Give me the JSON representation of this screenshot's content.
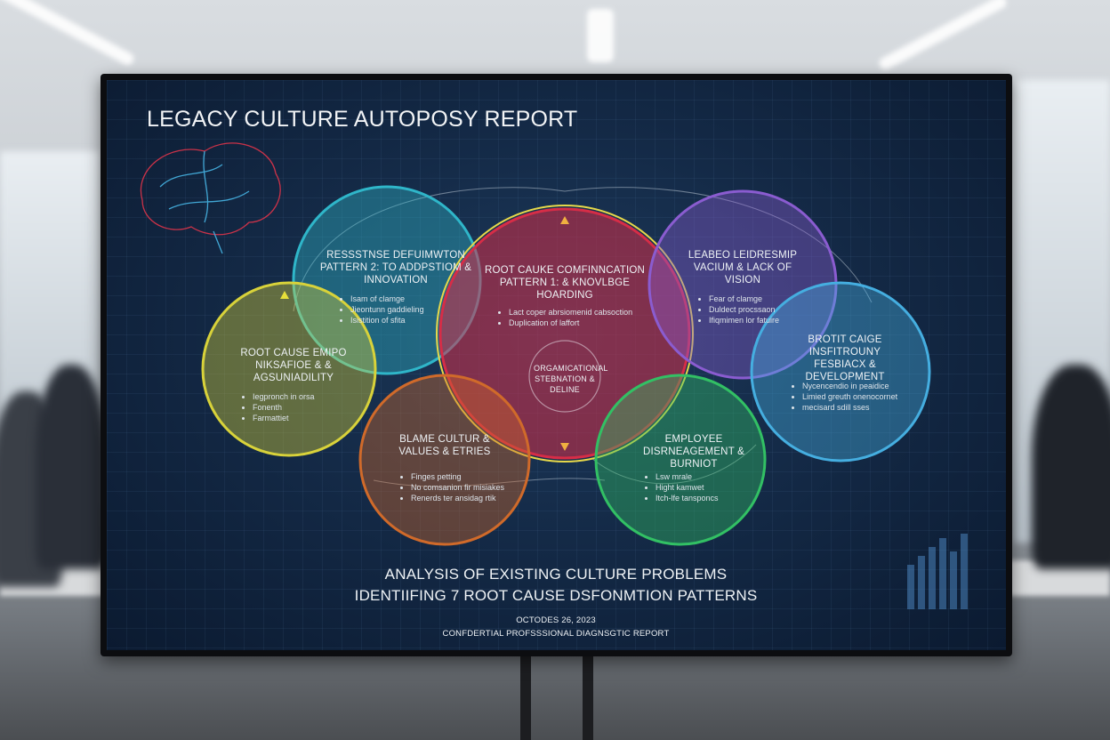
{
  "report": {
    "title": "LEGACY CULTURE AUTOPOSY REPORT",
    "center": "ORGAMICATIONAL STEBNATION & DELINE",
    "subtitle_1": "ANALYSIS OF EXISTING CULTURE PROBLEMS",
    "subtitle_2": "IDENTIIFING 7 ROOT CAUSE DSFONMTION PATTERNS",
    "date": "OCTODES 26, 2023",
    "footer": "CONFDERTIAL PROFSSSIONAL DIAGNSGTIC REPORT"
  },
  "nodes": [
    {
      "id": "resistance",
      "title": "RESSSTNSE DEFUIMWTON PATTERN 2: TO ADDPSTIOM & INNOVATION",
      "color": "#2fb6c9",
      "bullets": [
        "Isam of clamge",
        "Jieontunn gaddieling",
        "Isistition of sfita"
      ]
    },
    {
      "id": "empowerment",
      "title": "ROOT CAUSE EMIPO NIKSAFIOE & & AGSUNIADILITY",
      "color": "#d8d23a",
      "bullets": [
        "Iegpronch in orsa",
        "Fonenth",
        "Farmattiet"
      ]
    },
    {
      "id": "communication",
      "title": "ROOT CAUKE COMFINNCATION PATTERN 1: & KNOVLBGE HOARDING",
      "color": "#d62d47",
      "bullets": [
        "Lact coper abrsiomenid cabsoction",
        "Duplication of laffort"
      ]
    },
    {
      "id": "leadership",
      "title": "LEABEO LEIDRESMIP VACIUM & LACK OF VISION",
      "color": "#8a5cd0",
      "bullets": [
        "Fear of clamge",
        "Duldect procssaon",
        "Ifiqmimen lor fatuire"
      ]
    },
    {
      "id": "feedback",
      "title": "BROTIT CAIGE INSFITROUNY FESBIACX & DEVELOPMENT",
      "color": "#45aee0",
      "bullets": [
        "Nycencendio in peaidice",
        "Limied greuth onenocornet",
        "mecisard sdill sses"
      ]
    },
    {
      "id": "blame",
      "title": "BLAME CULTUR & VALUES & ETRIES",
      "color": "#d06a2a",
      "bullets": [
        "Finges petting",
        "No comsanion fir misiakes",
        "Renerds ter ansidag rtik"
      ]
    },
    {
      "id": "disengagement",
      "title": "EMPLOYEE DISRNEAGEMENT & BURNIOT",
      "color": "#32c064",
      "bullets": [
        "Lsw mrale",
        "Hight kamwet",
        "Itch-lfe tansponcs"
      ]
    }
  ],
  "colors": {
    "screen_bg": "#142a47",
    "brain": "#e0344a",
    "bezel": "#0c0d10"
  }
}
